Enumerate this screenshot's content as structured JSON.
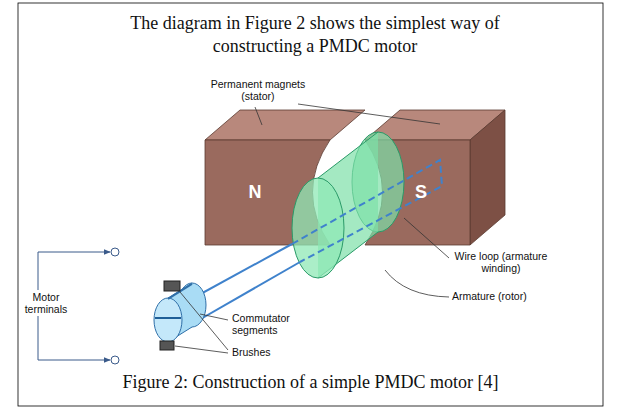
{
  "diagram": {
    "title": "The diagram in Figure 2 shows the simplest way of constructing a PMDC motor",
    "caption": "Figure 2: Construction of a simple PMDC motor [4]",
    "nodes": [
      {
        "text": [
          "N"
        ]
      },
      {
        "text": [
          "S"
        ]
      }
    ],
    "labels": [
      "Permanent magnets (stator)",
      "Motor terminals",
      "Commutator segments",
      "Brushes",
      "Wire loop (armature winding)",
      "Armature (rotor)"
    ]
  }
}
